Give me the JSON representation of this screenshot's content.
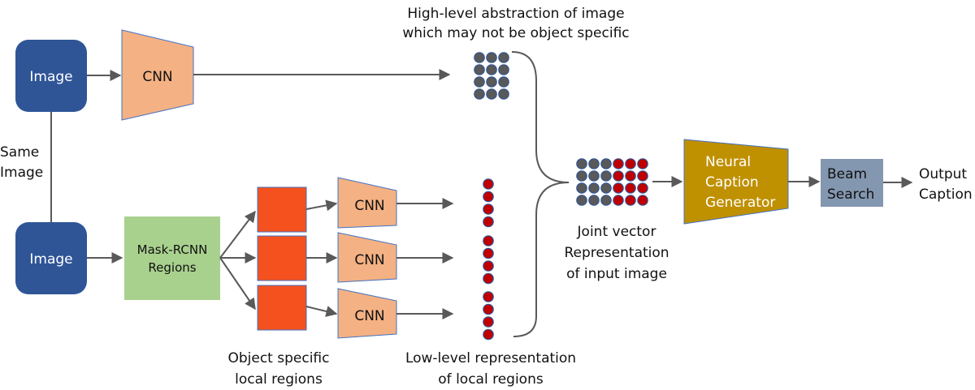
{
  "top_branch": {
    "image_label": "Image",
    "cnn_label": "CNN",
    "abstraction_caption": [
      "High-level abstraction of image",
      "which may not be object specific"
    ]
  },
  "same_image_label": [
    "Same",
    "Image"
  ],
  "bottom_branch": {
    "image_label": "Image",
    "mask_rcnn_label": [
      "Mask-RCNN",
      "Regions"
    ],
    "region_cnn_labels": [
      "CNN",
      "CNN",
      "CNN"
    ],
    "regions_caption": [
      "Object specific",
      "local regions"
    ],
    "low_level_caption": [
      "Low-level representation",
      "of local regions"
    ]
  },
  "joint": {
    "caption": [
      "Joint vector",
      "Representation",
      "of input image"
    ]
  },
  "generator": {
    "label": [
      "Neural",
      "Caption",
      "Generator"
    ]
  },
  "beam_search": {
    "label": [
      "Beam",
      "Search"
    ]
  },
  "output": {
    "label": [
      "Output",
      "Caption"
    ]
  },
  "colors": {
    "image_box": "#2F5597",
    "cnn": "#F4B183",
    "mask_rcnn": "#A9D18E",
    "region": "#F4511E",
    "generator": "#BF9000",
    "beam": "#8497B0",
    "dot_gray": "#595959",
    "dot_red": "#C00000",
    "dot_border": "#2F5597"
  }
}
